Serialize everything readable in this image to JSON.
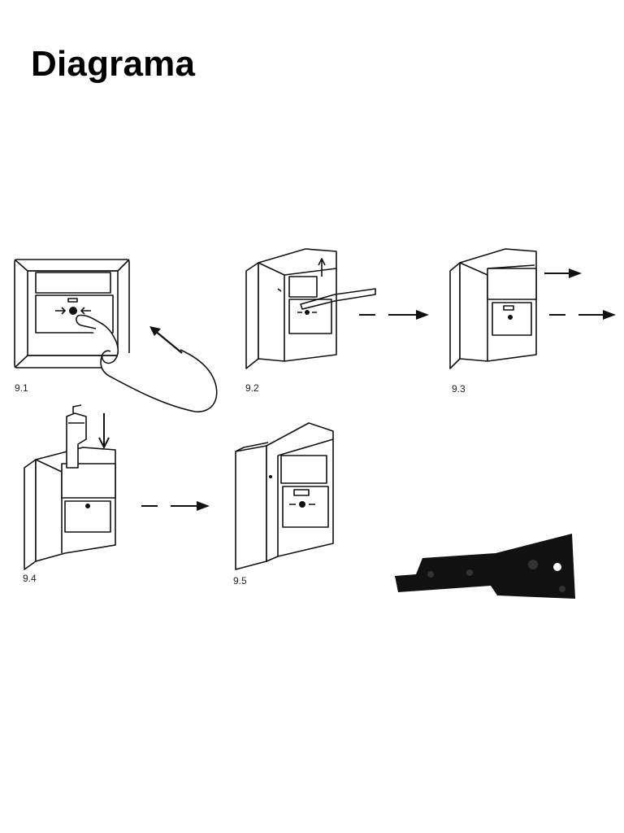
{
  "title": "Diagrama",
  "steps": [
    {
      "id": "9.1"
    },
    {
      "id": "9.2"
    },
    {
      "id": "9.3"
    },
    {
      "id": "9.4"
    },
    {
      "id": "9.5"
    }
  ],
  "icons": {
    "hand": "hand-pressing-icon",
    "arrow": "arrow-icon",
    "key": "reset-key-icon"
  }
}
